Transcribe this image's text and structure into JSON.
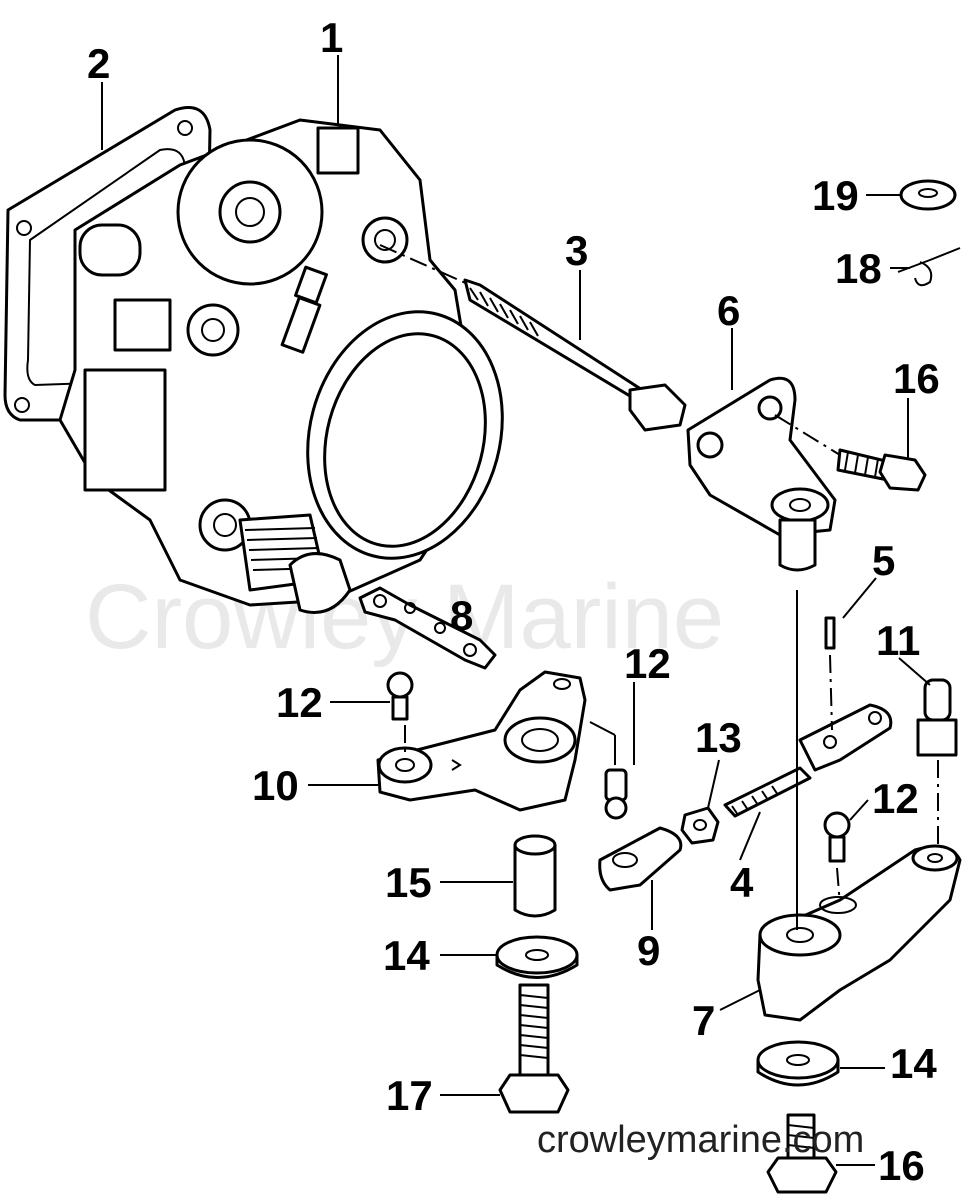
{
  "watermark": "Crowley Marine",
  "footer": "crowleymarine.com",
  "callouts": {
    "c1": "1",
    "c2": "2",
    "c3": "3",
    "c4": "4",
    "c5": "5",
    "c6": "6",
    "c7": "7",
    "c8": "8",
    "c9": "9",
    "c10": "10",
    "c11": "11",
    "c12a": "12",
    "c12b": "12",
    "c12c": "12",
    "c13": "13",
    "c14a": "14",
    "c14b": "14",
    "c15": "15",
    "c16a": "16",
    "c16b": "16",
    "c17": "17",
    "c18": "18",
    "c19": "19"
  }
}
